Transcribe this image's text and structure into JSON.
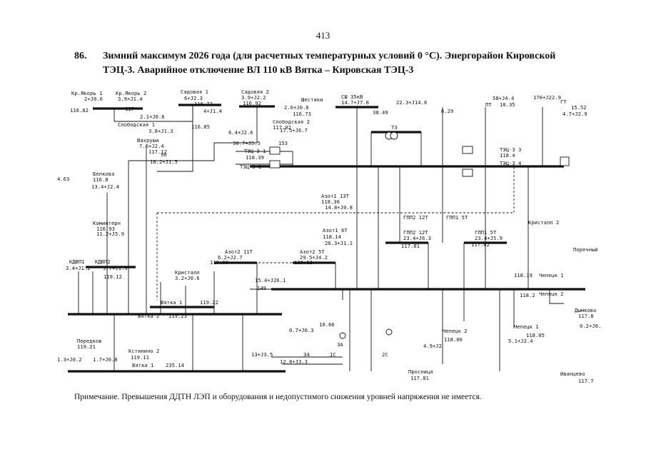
{
  "page_number": "413",
  "heading": {
    "number": "86.",
    "line1": "Зимний максимум 2026 года (для расчетных температурных условий 0 °С). Энергорайон Кировской",
    "line2": "ТЭЦ-3. Аварийное отключение ВЛ 110 кВ Вятка – Кировская ТЭЦ-3"
  },
  "diagram": {
    "labels": [
      "Кр.Якорь 1",
      "2+J0.6",
      "116.82",
      "Кр.Якорь 2",
      "3.9+J1.4",
      "117",
      "Садовая 1",
      "6+J2.3",
      "116.72",
      "Садовая 2",
      "3.9+J2.2",
      "116.92",
      "Шестаки",
      "2.6+J0.8",
      "116.73",
      "СШ 35кВ",
      "14.7+J7.8",
      "38.49",
      "22.3+J14.6",
      "6.29",
      "58+J4.4",
      "ПТ",
      "10.35",
      "170+J22.9",
      "ГТ",
      "15.52",
      "4.7+J2.9",
      "2.1+J0.6",
      "4+J1.4",
      "Слободская 1",
      "3.8+J1.3",
      "116.85",
      "Слободская 2",
      "117.02",
      "6.4+J2.6",
      "17.5+J6.7",
      "ТЗ",
      "30.7+J5.5",
      "153",
      "Вахруши",
      "7.6+J2.4",
      "117.12",
      "90",
      "18.2+J1.5",
      "ТЭЦ-3 1",
      "118.39",
      "ТЭЦ-3 2",
      "ТЭЦ-3 3",
      "118.4",
      "ТЭЦ-3 4",
      "Белкова",
      "116.8",
      "13.4+J2.4",
      "4.63",
      "Азот1 13Т",
      "118.36",
      "14.8+J0.8",
      "ГПП2 12Т",
      "ГПП1 5Т",
      "Кристалл 2",
      "Коминтерн",
      "116.93",
      "11.2+J5.9",
      "Азот1 6Т",
      "118.14",
      "26.3+J1.1",
      "ГПП2 12Т",
      "23.4+J6.3",
      "117.81",
      "ГПП1 5Т",
      "23.4+J5.9",
      "117.82",
      "КДВП1",
      "КДВП2",
      "3.4+J1.2",
      "3.7+J1.9",
      "119.12",
      "Азот2 11Т",
      "6.2+J2.7",
      "119.06",
      "Азот2 5Т",
      "29.5+J4.2",
      "119.12",
      "Кристалл",
      "3.2+J0.6",
      "15.4+J26.1",
      "149",
      "118.19",
      "Чепецк 1",
      "Вятка 1",
      "119.22",
      "Вятка 2",
      "119.23",
      "118.2",
      "Чепецк 2",
      "10.66",
      "0.7+J0.3",
      "Чепецк 2",
      "118.06",
      "4.9+J2",
      "Чепецк 1",
      "118.05",
      "5.1+J2.4",
      "Передков",
      "119.21",
      "Кстинино 2",
      "119.11",
      "1.3+J0.2",
      "1.7+J0.8",
      "Вятка 1",
      "235.14",
      "13+J3.5",
      "34",
      "12.8+J3.3",
      "1С",
      "2С",
      "3А",
      "Просница",
      "117.81",
      "Поречный",
      "Дымково",
      "117.8",
      "0.2+J0.",
      "Иванцево",
      "117.7"
    ]
  },
  "note": "Примечание. Превышения ДДТН ЛЭП и оборудования и недопустимого снижения уровней напряжения не имеется."
}
